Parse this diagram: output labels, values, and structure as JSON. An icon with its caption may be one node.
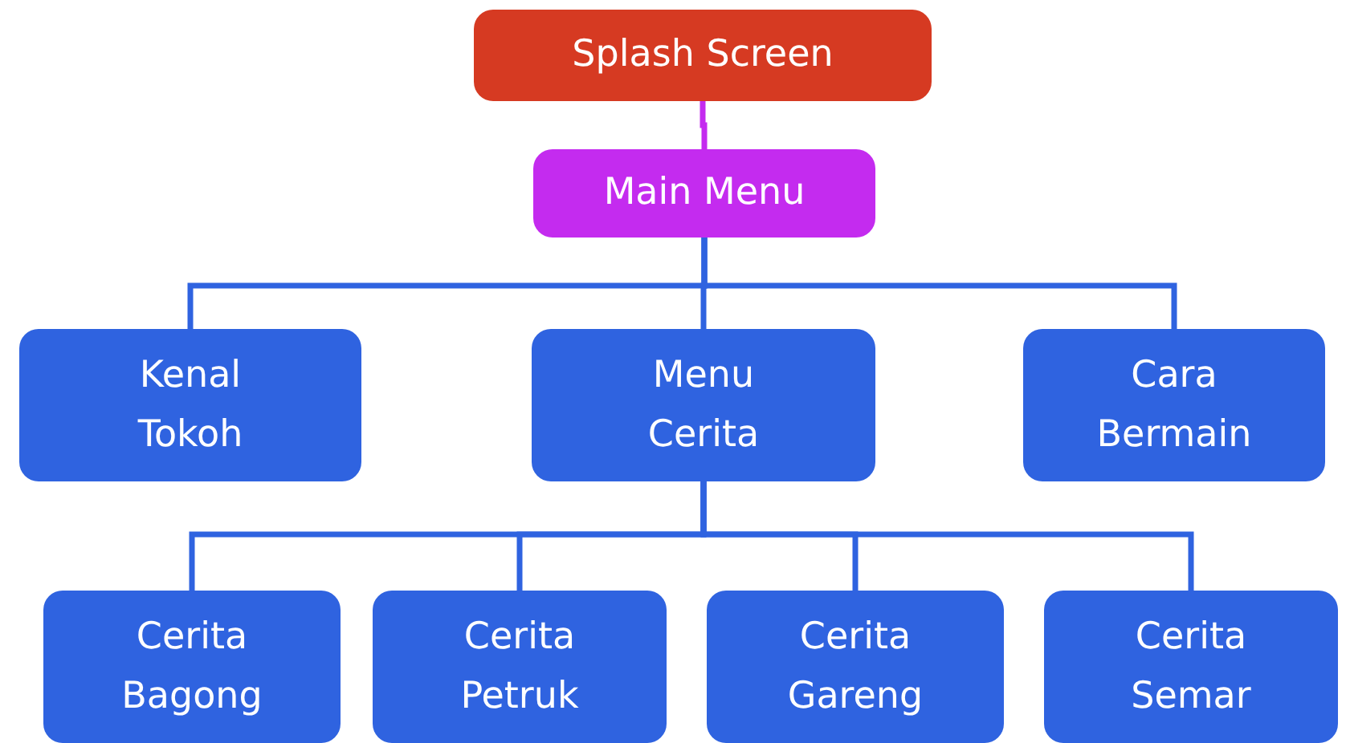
{
  "diagram": {
    "nodes": [
      {
        "text": [
          "Splash Screen"
        ]
      },
      {
        "text": [
          "Main Menu"
        ]
      },
      {
        "text": [
          "Kenal Tokoh"
        ]
      },
      {
        "text": [
          "Menu Cerita"
        ]
      },
      {
        "text": [
          "Cara Bermain"
        ]
      },
      {
        "text": [
          "Cerita Bagong"
        ]
      },
      {
        "text": [
          "Cerita Petruk"
        ]
      },
      {
        "text": [
          "Cerita Gareng"
        ]
      },
      {
        "text": [
          "Cerita Semar"
        ]
      }
    ],
    "edges": [
      {
        "from": 0,
        "to": 1,
        "arrow": "none",
        "color": "#c42bef"
      },
      {
        "from": 1,
        "to": 2,
        "arrow": "none"
      },
      {
        "from": 1,
        "to": 3,
        "arrow": "none"
      },
      {
        "from": 1,
        "to": 4,
        "arrow": "none"
      },
      {
        "from": 3,
        "to": 5,
        "arrow": "none"
      },
      {
        "from": 3,
        "to": 6,
        "arrow": "none"
      },
      {
        "from": 3,
        "to": 7,
        "arrow": "none"
      },
      {
        "from": 3,
        "to": 8,
        "arrow": "none"
      }
    ]
  }
}
